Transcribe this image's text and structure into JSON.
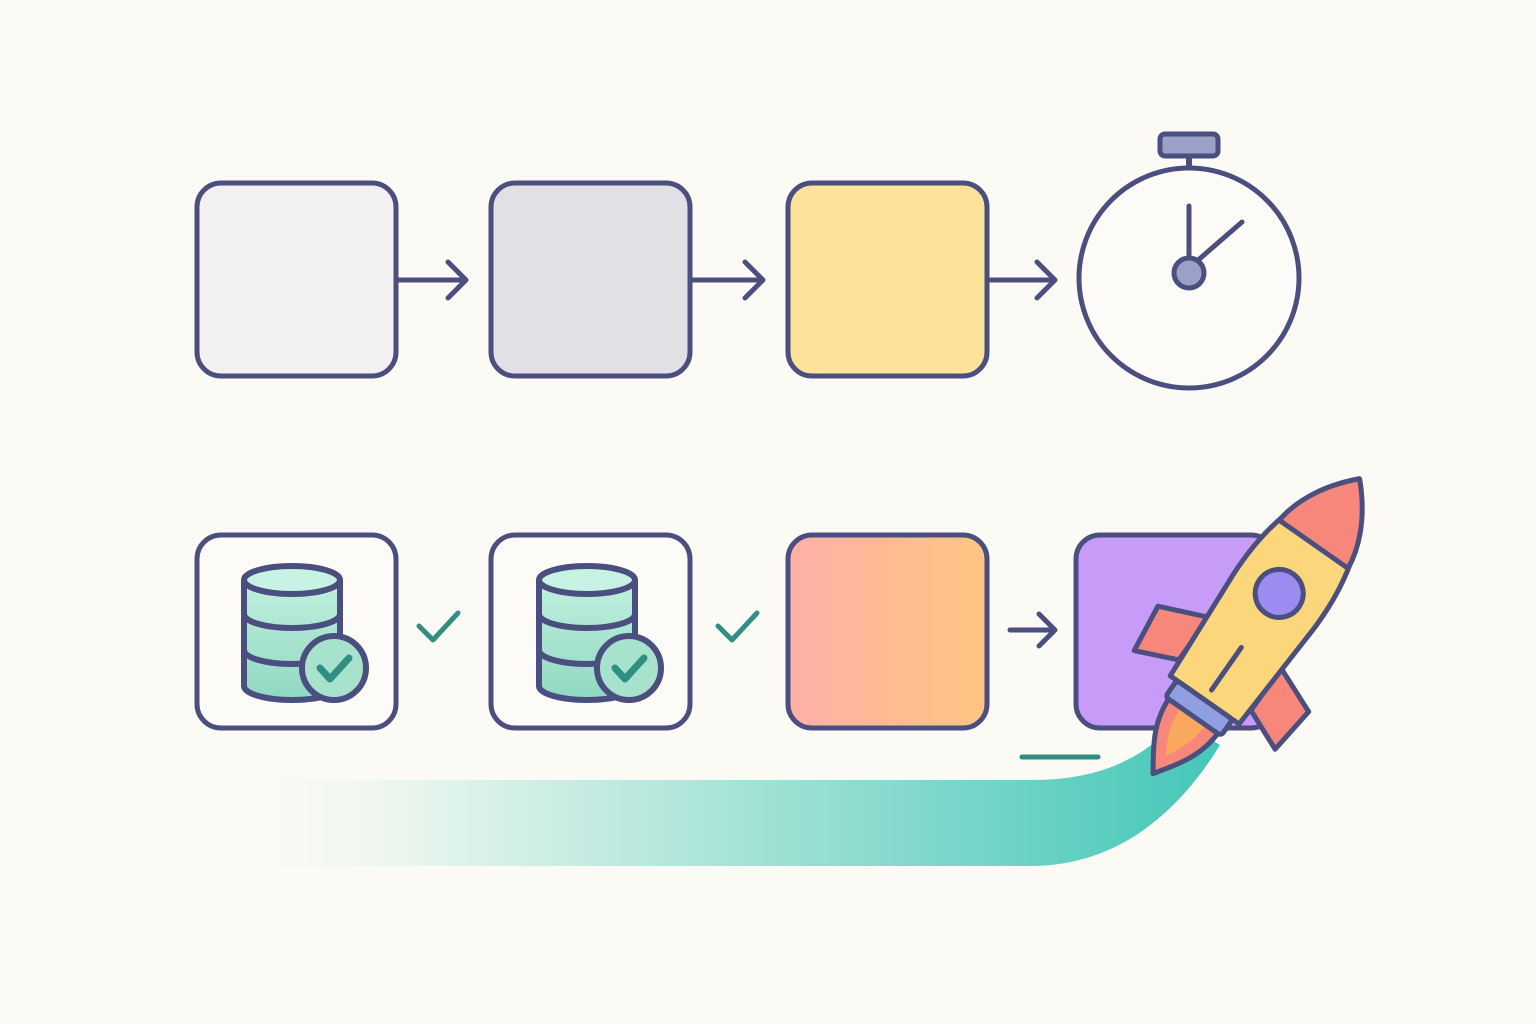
{
  "colors": {
    "background": "#fcfaf5",
    "outline": "#4a4f7f",
    "check": "#2f8f82",
    "stage_light_gray": "#f2f0f1",
    "stage_gray": "#e2e0e4",
    "stage_yellow": "#fde29a",
    "stage_peach_start": "#ffb0a8",
    "stage_peach_end": "#ffc580",
    "stage_purple": "#c79bf8",
    "database_fill": "#a7e3cc",
    "rocket_body": "#fcd67a",
    "rocket_red": "#f6877a",
    "rocket_window": "#9a8cf0",
    "trail_start": "#e6f6ee",
    "trail_end": "#44c7b8"
  },
  "diagram": {
    "top_row": [
      {
        "kind": "stage",
        "color": "stage_light_gray"
      },
      {
        "kind": "arrow"
      },
      {
        "kind": "stage",
        "color": "stage_gray"
      },
      {
        "kind": "arrow"
      },
      {
        "kind": "stage",
        "color": "stage_yellow"
      },
      {
        "kind": "arrow"
      },
      {
        "kind": "icon",
        "icon": "stopwatch-icon"
      }
    ],
    "bottom_row": [
      {
        "kind": "stage",
        "icon": "database-check-icon"
      },
      {
        "kind": "connector",
        "icon": "checkmark-icon"
      },
      {
        "kind": "stage",
        "icon": "database-check-icon"
      },
      {
        "kind": "connector",
        "icon": "checkmark-icon"
      },
      {
        "kind": "stage",
        "color": "stage_peach"
      },
      {
        "kind": "arrow"
      },
      {
        "kind": "stage",
        "color": "stage_purple"
      },
      {
        "kind": "icon",
        "icon": "rocket-icon"
      }
    ],
    "trail": {
      "icon": "launch-trail"
    }
  }
}
